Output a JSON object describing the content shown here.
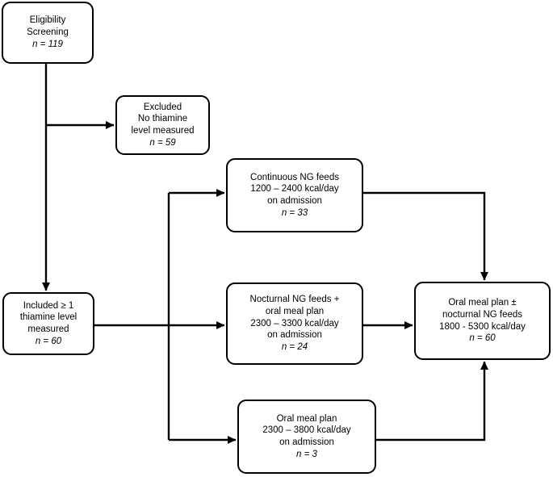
{
  "boxes": {
    "eligibility": {
      "lines": [
        "Eligibility",
        "Screening"
      ],
      "n_label": "n = 119"
    },
    "excluded": {
      "lines": [
        "Excluded",
        "No thiamine",
        "level measured"
      ],
      "n_label": "n = 59"
    },
    "included": {
      "lines": [
        "Included ≥ 1",
        "thiamine level",
        "measured"
      ],
      "n_label": "n = 60"
    },
    "continuous_ng": {
      "lines": [
        "Continuous NG feeds",
        "1200 – 2400 kcal/day",
        "on admission"
      ],
      "n_label": "n = 33"
    },
    "nocturnal_ng": {
      "lines": [
        "Nocturnal NG feeds +",
        "oral meal plan",
        "2300 – 3300 kcal/day",
        "on admission"
      ],
      "n_label": "n = 24"
    },
    "oral_meal": {
      "lines": [
        "Oral meal plan",
        "2300 – 3800 kcal/day",
        "on admission"
      ],
      "n_label": "n = 3"
    },
    "outcome": {
      "lines": [
        "Oral meal plan ±",
        "nocturnal NG feeds",
        "1800 - 5300 kcal/day"
      ],
      "n_label": "n = 60"
    }
  },
  "colors": {
    "border": "#000000",
    "text": "#000000",
    "background": "#ffffff"
  }
}
